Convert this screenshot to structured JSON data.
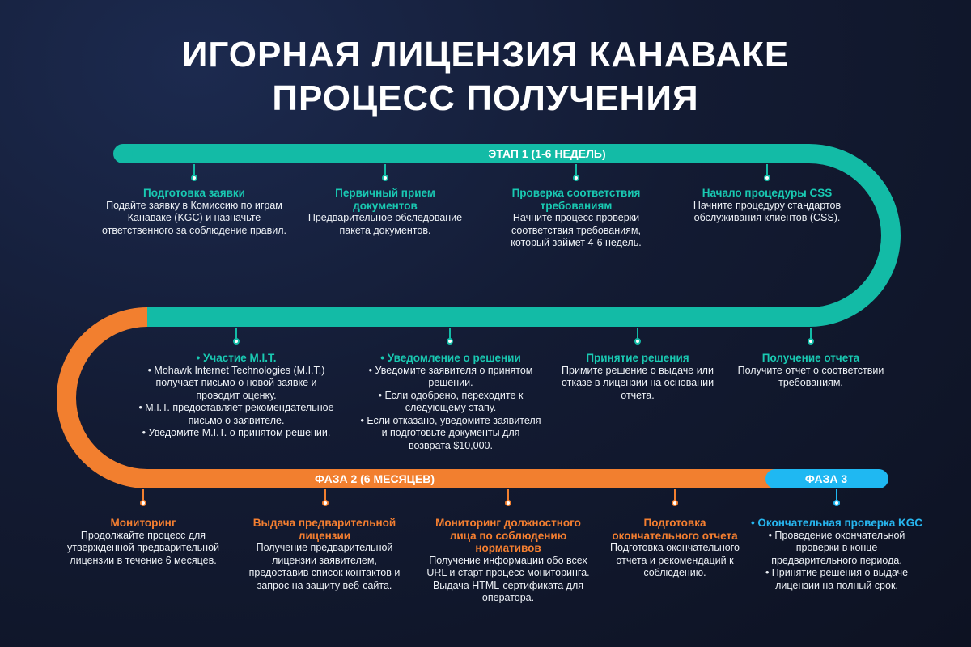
{
  "title": {
    "line1": "ИГОРНАЯ ЛИЦЕНЗИЯ КАНАВАКЕ",
    "line2": "ПРОЦЕСС ПОЛУЧЕНИЯ"
  },
  "colors": {
    "teal": "#13bba6",
    "orange": "#f27f2f",
    "blue": "#1fb8f2",
    "background": "#131b33"
  },
  "bands": {
    "stage1": "ЭТАП 1 (1-6 НЕДЕЛЬ)",
    "phase2": "ФАЗА 2 (6 МЕСЯЦЕВ)",
    "phase3": "ФАЗА 3"
  },
  "row1": [
    {
      "heading": "Подготовка заявки",
      "text": "Подайте заявку в Комиссию по играм\nКанаваке (KGC) и назначьте\nответственного за соблюдение правил."
    },
    {
      "heading": "Первичный прием\nдокументов",
      "text": "Предварительное обследование\nпакета документов."
    },
    {
      "heading": "Проверка соответствия\nтребованиям",
      "text": "Начните процесс проверки\nсоответствия требованиям,\nкоторый займет 4-6 недель."
    },
    {
      "heading": "Начало процедуры CSS",
      "text": "Начните процедуру стандартов\nобслуживания клиентов (CSS)."
    }
  ],
  "row2": [
    {
      "heading": "• Участие M.I.T.",
      "text": "• Mohawk Internet Technologies (M.I.T.)\nполучает письмо о новой заявке и\nпроводит оценку.\n• M.I.T. предоставляет рекомендательное\nписьмо о заявителе.\n• Уведомите M.I.T. о принятом решении."
    },
    {
      "heading": "• Уведомление о решении",
      "text": "• Уведомите заявителя о принятом\nрешении.\n• Если одобрено, переходите к\nследующему этапу.\n• Если отказано, уведомите заявителя\nи подготовьте документы для\nвозврата $10,000."
    },
    {
      "heading": "Принятие решения",
      "text": "Примите решение о выдаче или\nотказе в лицензии на основании\nотчета."
    },
    {
      "heading": "Получение отчета",
      "text": "Получите отчет о соответствии\nтребованиям."
    }
  ],
  "row3": [
    {
      "heading": "Мониторинг",
      "text": "Продолжайте процесс для\nутвержденной предварительной\nлицензии в течение 6 месяцев."
    },
    {
      "heading": "Выдача предварительной\nлицензии",
      "text": "Получение предварительной\nлицензии заявителем,\nпредоставив список контактов и\nзапрос на защиту веб-сайта."
    },
    {
      "heading": "Мониторинг должностного\nлица по соблюдению\nнормативов",
      "text": "Получение информации обо всех\nURL и старт процесс мониторинга.\nВыдача HTML-сертификата для\nоператора."
    },
    {
      "heading": "Подготовка\nокончательного отчета",
      "text": "Подготовка окончательного\nотчета и рекомендаций к\nсоблюдению."
    },
    {
      "heading": "• Окончательная проверка KGC",
      "text": "• Проведение окончательной\nпроверки в конце\nпредварительного периода.\n• Принятие решения о выдаче\nлицензии на полный срок."
    }
  ]
}
